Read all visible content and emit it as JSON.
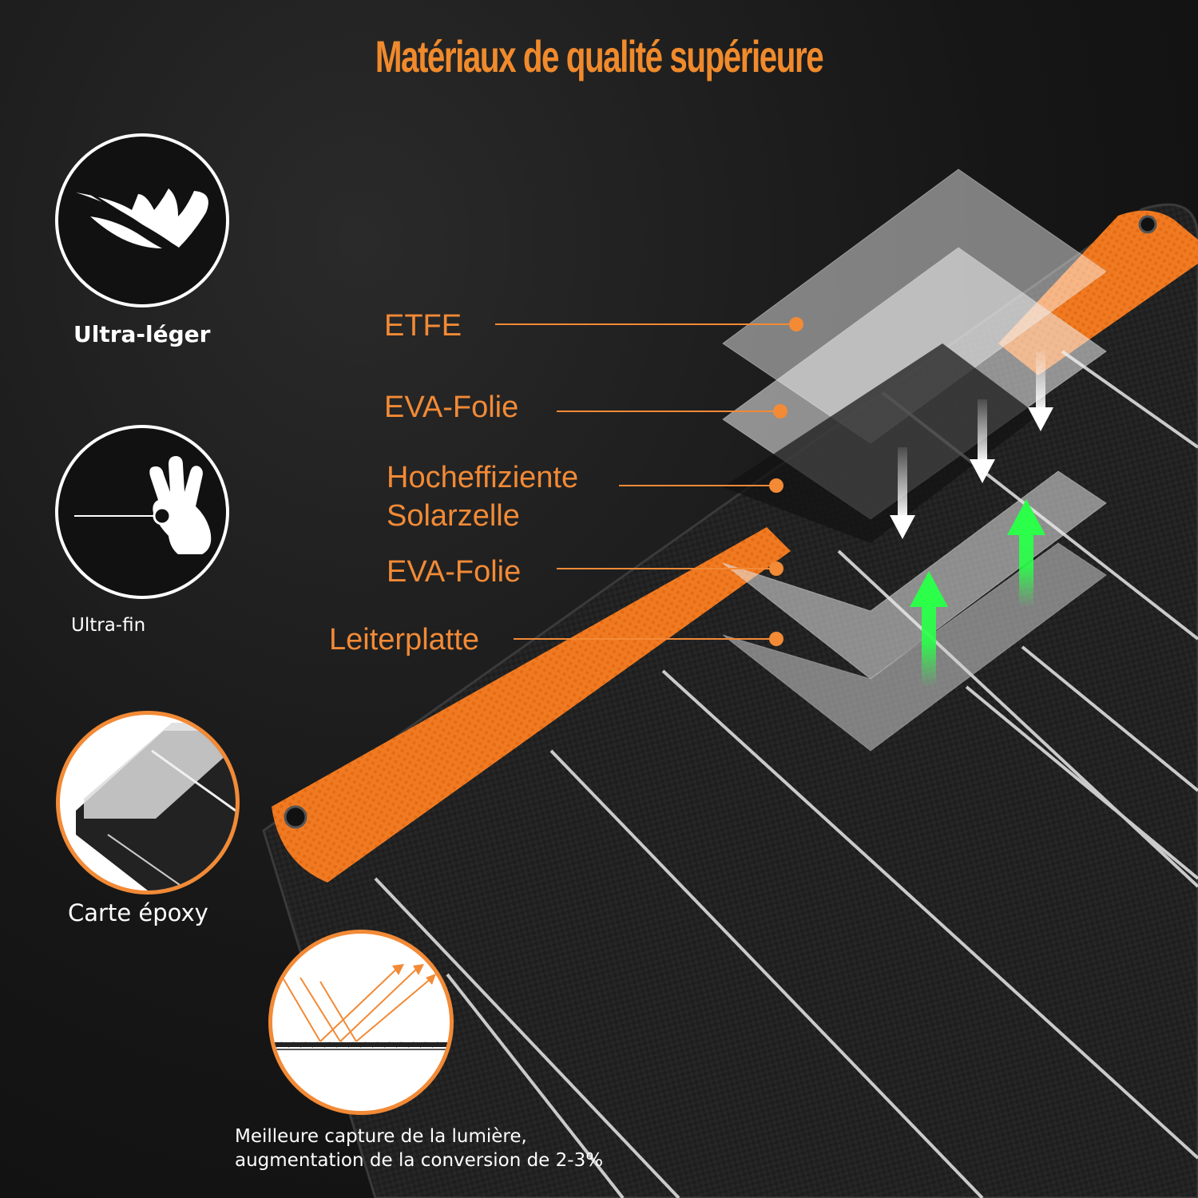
{
  "title": "Matériaux de qualité supérieure",
  "layers": [
    {
      "label": "ETFE"
    },
    {
      "label": "EVA-Folie"
    },
    {
      "label_line1": "Hocheffiziente",
      "label_line2": "Solarzelle"
    },
    {
      "label": "EVA-Folie"
    },
    {
      "label": "Leiterplatte"
    }
  ],
  "features": [
    {
      "label": "Ultra-léger",
      "icon": "feather-icon"
    },
    {
      "label": "Ultra-fin",
      "icon": "thin-hand-icon"
    },
    {
      "label": "Carte époxy",
      "icon": "epoxy-board-icon"
    },
    {
      "icon": "light-reflection-icon"
    }
  ],
  "caption": {
    "line1": "Meilleure capture de la lumière,",
    "line2": "augmentation de la conversion de 2-3%"
  },
  "colors": {
    "accent": "#f28a36",
    "panel_orange": "#f07a22",
    "arrow_green": "#2bff4a",
    "background": "#141414"
  }
}
